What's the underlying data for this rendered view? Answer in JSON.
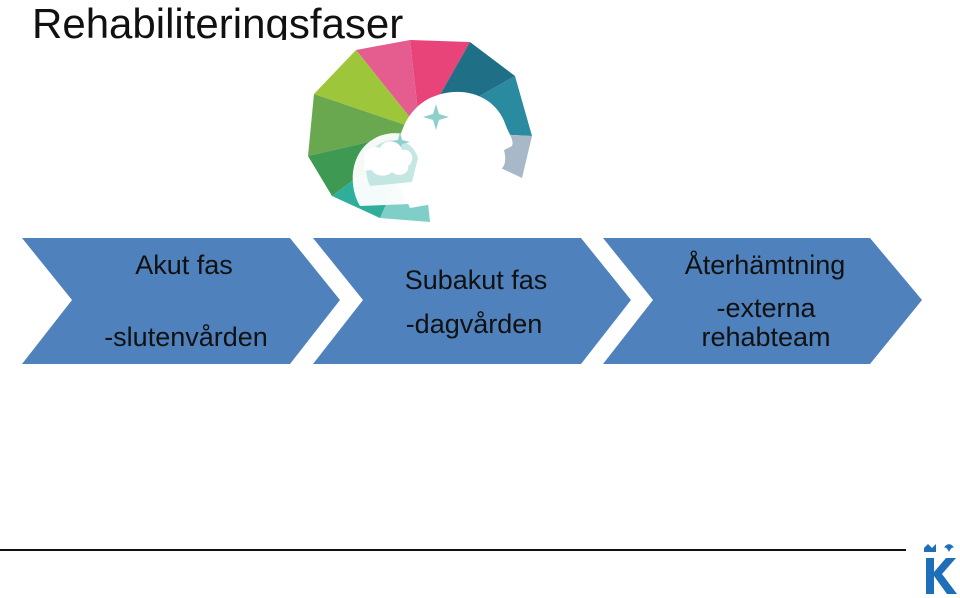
{
  "slide": {
    "title": "Rehabiliteringsfaser"
  },
  "phases": [
    {
      "heading": "Akut fas",
      "sub": "-slutenvården"
    },
    {
      "heading": "Subakut fas",
      "sub": "-dagvården"
    },
    {
      "heading": "Återhämtning",
      "sub_line1": "-externa",
      "sub_line2": "rehabteam"
    }
  ],
  "colors": {
    "chevron": "#4f81bd",
    "title_text": "#111111",
    "logo_blue": "#1e6fb9"
  },
  "icons": {
    "header_graphic": "head-silhouettes-icon",
    "corner_logo": "crown-k-logo-icon"
  }
}
